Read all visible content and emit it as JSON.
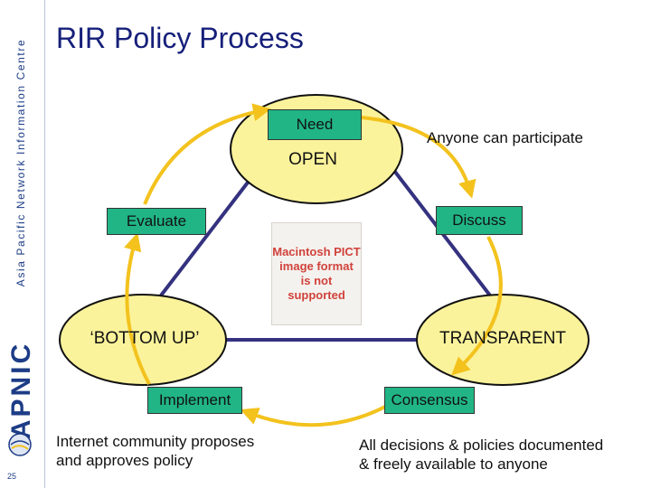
{
  "sidebar": {
    "org_name": "Asia Pacific Network Information Centre",
    "logo_text": "APNIC",
    "slide_number": "25"
  },
  "title": "RIR Policy Process",
  "ellipses": {
    "open": "OPEN",
    "bottom_up": "‘BOTTOM UP’",
    "transparent": "TRANSPARENT"
  },
  "steps": {
    "need": "Need",
    "discuss": "Discuss",
    "consensus": "Consensus",
    "implement": "Implement",
    "evaluate": "Evaluate"
  },
  "captions": {
    "open": "Anyone can participate",
    "bottom_up": "Internet community proposes\nand approves policy",
    "transparent": "All decisions & policies documented\n& freely available to anyone"
  },
  "placeholder_image": "Macintosh PICT\nimage format\nis not supported",
  "colors": {
    "ellipse_fill": "#fbf39b",
    "step_box": "#21b586",
    "arrow": "#f3c21d",
    "triangle": "#34327f",
    "title": "#16207a"
  }
}
